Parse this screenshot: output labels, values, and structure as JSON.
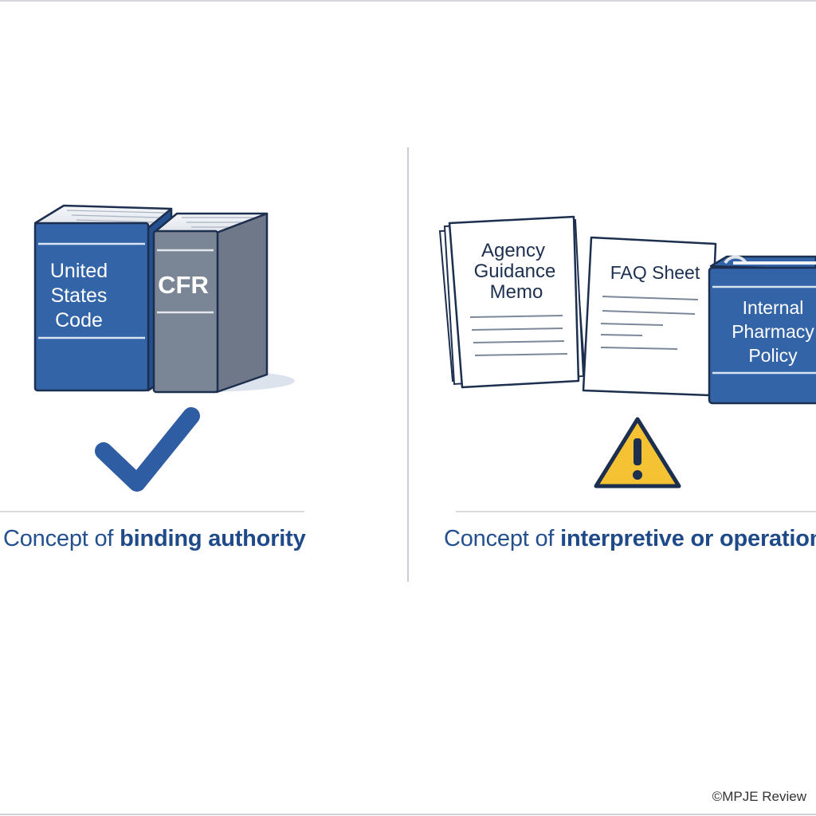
{
  "left_panel": {
    "books": {
      "book_1": "United States Code",
      "book_1_lines": [
        "United",
        "States",
        "Code"
      ],
      "book_2": "CFR"
    },
    "caption_prefix": "Concept of ",
    "caption_emphasis": "binding authority",
    "indicator": "check-icon"
  },
  "right_panel": {
    "documents": {
      "doc_1_lines": [
        "Agency",
        "Guidance",
        "Memo"
      ],
      "doc_2": "FAQ Sheet",
      "binder_lines": [
        "Internal",
        "Pharmacy",
        "Policy"
      ]
    },
    "caption_prefix": "Concept of ",
    "caption_emphasis": "interpretive or operational ai",
    "indicator": "warning-icon"
  },
  "credit": "©MPJE Review",
  "colors": {
    "navy": "#1f4a8a",
    "book_blue": "#3464a8",
    "book_gray": "#6b7a8c",
    "warning_yellow": "#f5c233",
    "outline": "#1d2f4f"
  }
}
